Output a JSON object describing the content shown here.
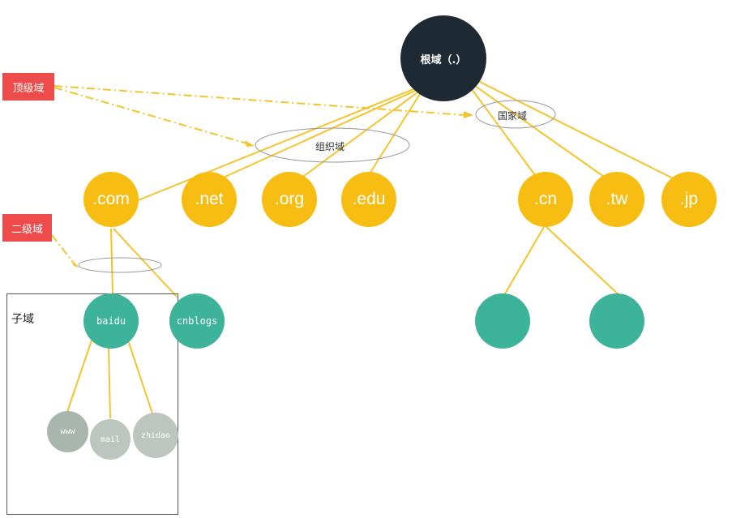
{
  "root": {
    "label": "根域（.）"
  },
  "tags": {
    "top_level": "顶级域",
    "second_level": "二级域"
  },
  "groups": {
    "organization": "组织域",
    "country": "国家域",
    "subdomain": "子域"
  },
  "tlds": [
    ".com",
    ".net",
    ".org",
    ".edu",
    ".cn",
    ".tw",
    ".jp"
  ],
  "second_level": [
    "baidu",
    "cnblogs",
    "",
    ""
  ],
  "subdomains": [
    "www",
    "mail",
    "zhidao"
  ],
  "colors": {
    "root": "#1e2a33",
    "tld": "#f8bd12",
    "second_level": "#3db39a",
    "subdomain": "#a9b6ae",
    "tag": "#ee4b4b",
    "line": "#f5c42c"
  }
}
